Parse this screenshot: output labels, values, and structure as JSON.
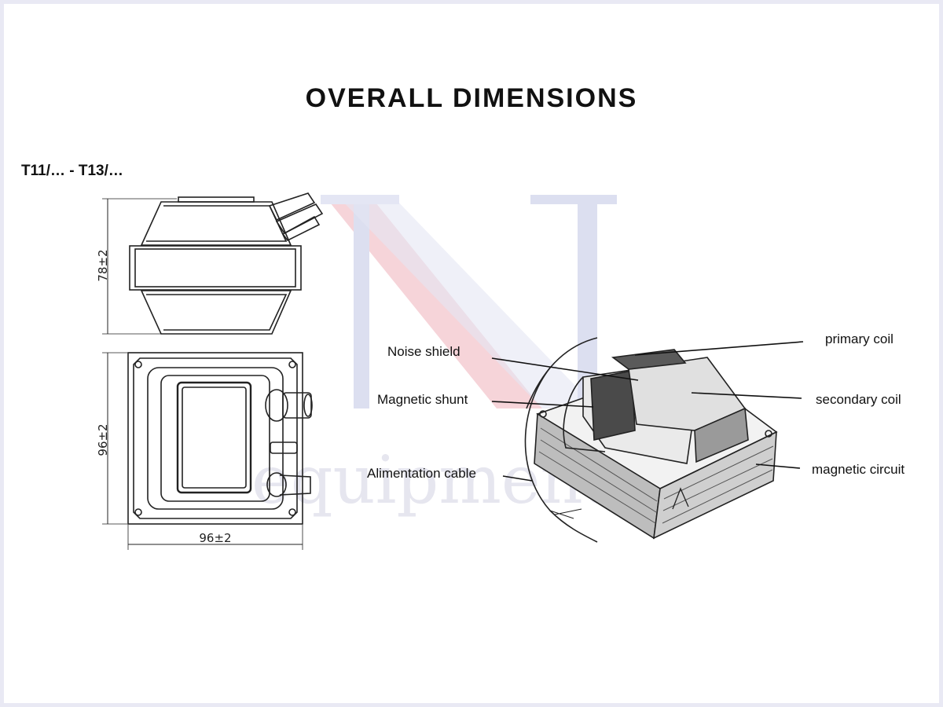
{
  "title": "OVERALL DIMENSIONS",
  "model": "T11/… - T13/…",
  "dimensions": {
    "height": "78±2",
    "depth": "96±2",
    "width": "96±2"
  },
  "callouts": {
    "noise_shield": "Noise shield",
    "magnetic_shunt": "Magnetic shunt",
    "alimentation_cable": "Alimentation cable",
    "primary_coil": "primary coil",
    "secondary_coil": "secondary coil",
    "magnetic_circuit": "magnetic circuit"
  },
  "colors": {
    "background": "#e9e9f4",
    "watermark_red": "#f4c9cf",
    "watermark_blue": "#d9dbee",
    "line": "#222222"
  }
}
